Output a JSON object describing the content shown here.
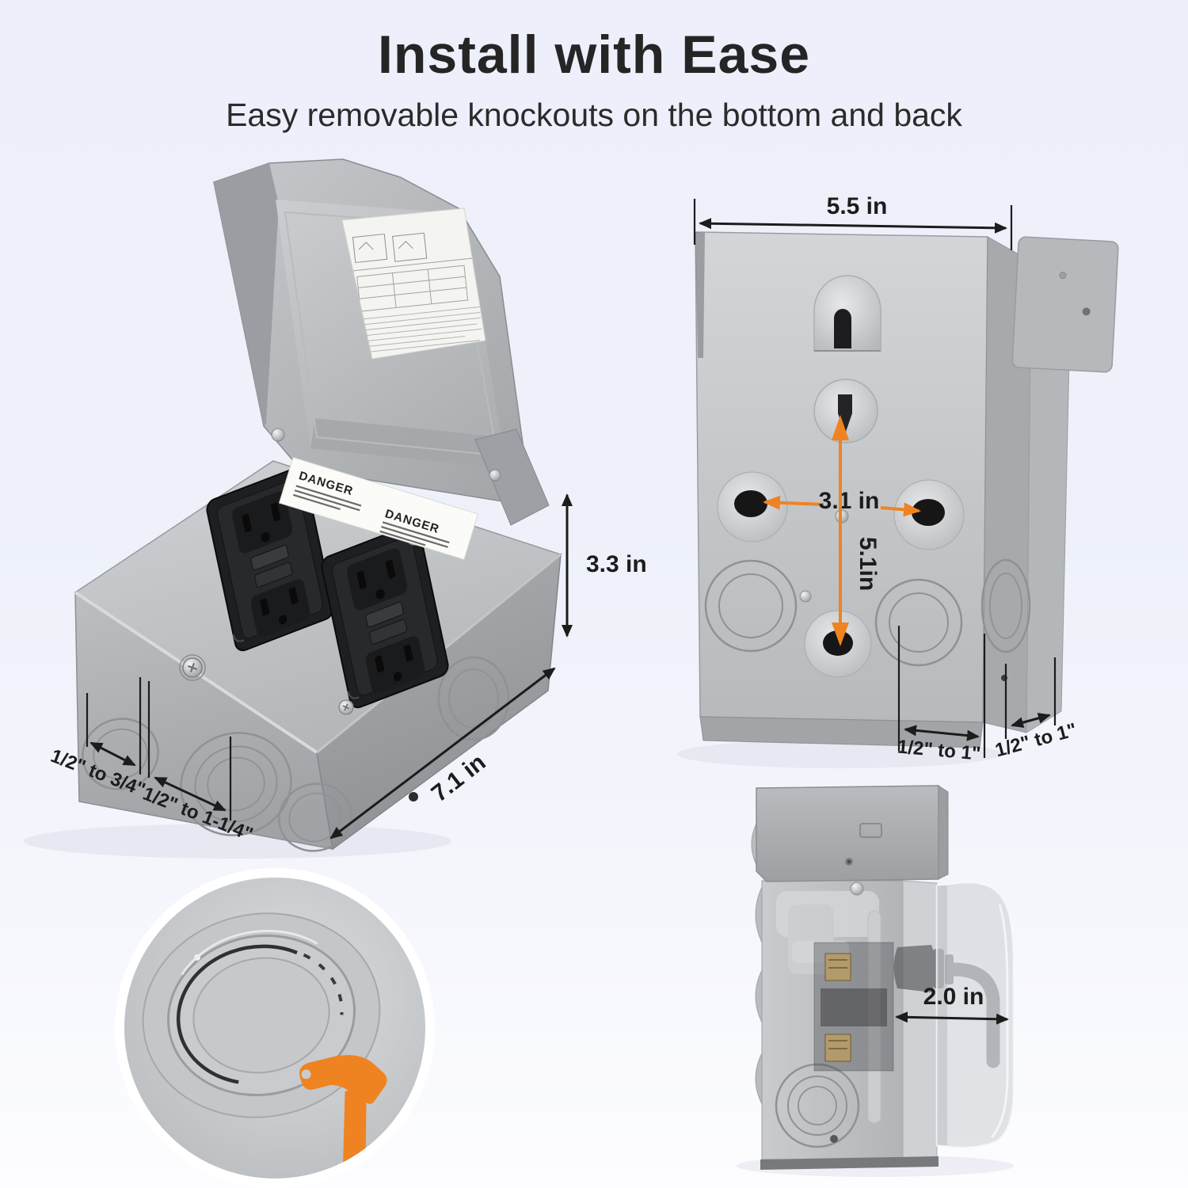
{
  "header": {
    "title": "Install with Ease",
    "subtitle": "Easy removable knockouts on the bottom and back"
  },
  "colors": {
    "accent_orange": "#EF8322",
    "annotation_black": "#1C1C1C",
    "box_gray": "#C2C5C8",
    "background_top": "#EDF0FA",
    "background_bottom": "#FDFDFF"
  },
  "views": {
    "open_box": {
      "danger_label": {
        "danger_1": "DANGER",
        "danger_2": "DANGER"
      },
      "dims": {
        "height": "3.3 in",
        "width": "7.1 in",
        "knockout_small": "1/2\" to 3/4\"",
        "knockout_large": "1/2\" to 1-1/4\""
      }
    },
    "back": {
      "dims": {
        "width": "5.5 in",
        "hole_spacing_horizontal": "3.1 in",
        "hole_spacing_vertical": "5.1in",
        "bottom_knockout": "1/2\" to 1\"",
        "side_knockout": "1/2\" to 1\""
      }
    },
    "side": {
      "dims": {
        "cover_depth": "2.0 in"
      }
    },
    "inset": {
      "icon": "hammer"
    }
  }
}
